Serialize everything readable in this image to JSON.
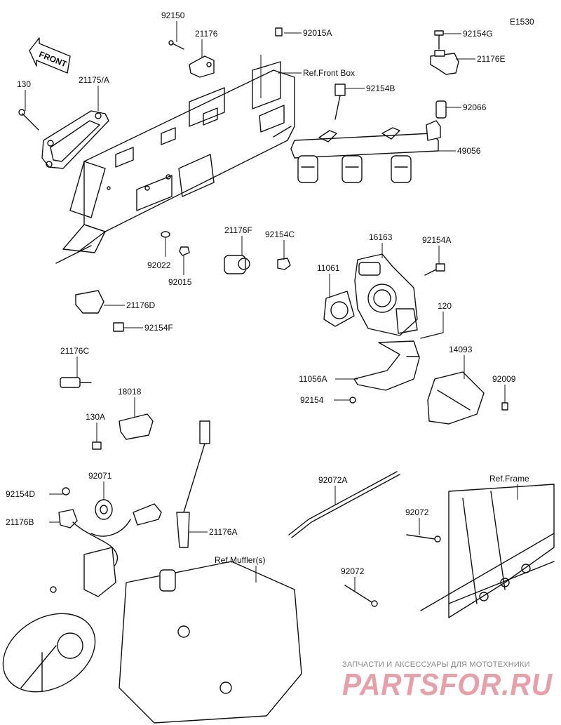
{
  "diagram_code": "E1530",
  "front_label": "FRONT",
  "labels": [
    {
      "key": "p92150",
      "text": "92150"
    },
    {
      "key": "p21176",
      "text": "21176"
    },
    {
      "key": "p92015A",
      "text": "92015A"
    },
    {
      "key": "p92154G",
      "text": "92154G"
    },
    {
      "key": "p21176E",
      "text": "21176E"
    },
    {
      "key": "pRefFrontBox",
      "text": "Ref.Front Box"
    },
    {
      "key": "p130",
      "text": "130"
    },
    {
      "key": "p21175A",
      "text": "21175/A"
    },
    {
      "key": "p92154B",
      "text": "92154B"
    },
    {
      "key": "p92066",
      "text": "92066"
    },
    {
      "key": "p49056",
      "text": "49056"
    },
    {
      "key": "p21176F",
      "text": "21176F"
    },
    {
      "key": "p92154C",
      "text": "92154C"
    },
    {
      "key": "p16163",
      "text": "16163"
    },
    {
      "key": "p92154A",
      "text": "92154A"
    },
    {
      "key": "p11061",
      "text": "11061"
    },
    {
      "key": "p92022",
      "text": "92022"
    },
    {
      "key": "p92015",
      "text": "92015"
    },
    {
      "key": "p21176D",
      "text": "21176D"
    },
    {
      "key": "p92154F",
      "text": "92154F"
    },
    {
      "key": "p120",
      "text": "120"
    },
    {
      "key": "p14093",
      "text": "14093"
    },
    {
      "key": "p21176C",
      "text": "21176C"
    },
    {
      "key": "p11056A",
      "text": "11056A"
    },
    {
      "key": "p92009",
      "text": "92009"
    },
    {
      "key": "p92154",
      "text": "92154"
    },
    {
      "key": "p18018",
      "text": "18018"
    },
    {
      "key": "p130A",
      "text": "130A"
    },
    {
      "key": "p92071",
      "text": "92071"
    },
    {
      "key": "p92072A",
      "text": "92072A"
    },
    {
      "key": "pRefFrame",
      "text": "Ref.Frame"
    },
    {
      "key": "p92154D",
      "text": "92154D"
    },
    {
      "key": "p21176B",
      "text": "21176B"
    },
    {
      "key": "p21176A",
      "text": "21176A"
    },
    {
      "key": "p92072a",
      "text": "92072"
    },
    {
      "key": "pRefMuffler",
      "text": "Ref.Muffler(s)"
    },
    {
      "key": "p92072b",
      "text": "92072"
    }
  ],
  "watermark": {
    "line1": "ЗАПЧАСТИ И АКСЕССУАРЫ ДЛЯ МОТОТЕХНИКИ",
    "brand": "PARTSFOR.RU"
  }
}
